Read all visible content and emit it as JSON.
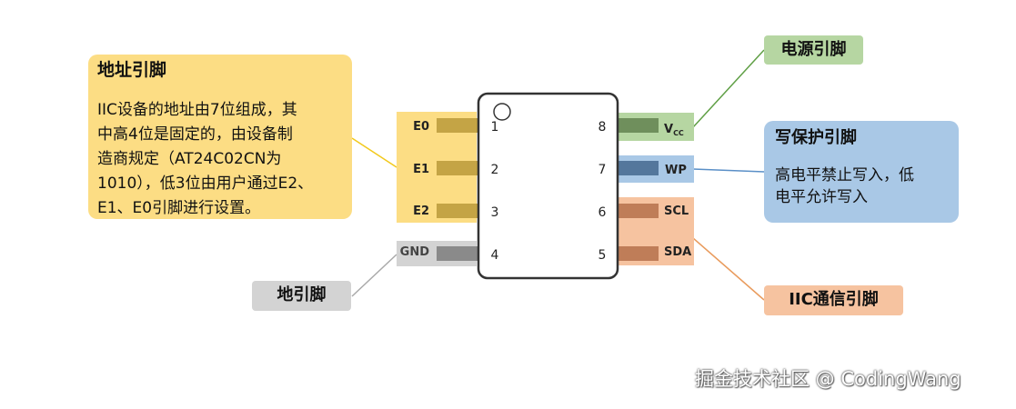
{
  "address_box": {
    "title": "地址引脚",
    "lines": [
      "IIC设备的地址由7位组成，其",
      "中高4位是固定的，由设备制",
      "造商规定（AT24C02CN为",
      "1010），低3位由用户通过E2、",
      "E1、E0引脚进行设置。"
    ]
  },
  "power_tag": "电源引脚",
  "write_protect_box": {
    "title": "写保护引脚",
    "lines": [
      "高电平禁止写入，低",
      "电平允许写入"
    ]
  },
  "ground_tag": "地引脚",
  "iic_tag": "IIC通信引脚",
  "chip": {
    "left_pins": [
      {
        "name": "E0",
        "number": "1"
      },
      {
        "name": "E1",
        "number": "2"
      },
      {
        "name": "E2",
        "number": "3"
      },
      {
        "name": "GND",
        "number": "4"
      }
    ],
    "right_pins": [
      {
        "name": "V",
        "subscript": "CC",
        "number": "8"
      },
      {
        "name": "WP",
        "number": "7"
      },
      {
        "name": "SCL",
        "number": "6"
      },
      {
        "name": "SDA",
        "number": "5"
      }
    ]
  },
  "colors": {
    "address": "#fcdd84",
    "power": "#b6d6a2",
    "write_protect": "#a9c8e6",
    "ground": "#d3d3d3",
    "iic": "#f6c3a0",
    "pin_address": "#c4a445",
    "pin_power": "#6f8f5c",
    "pin_write_protect": "#54779c",
    "pin_ground": "#8a8a8a",
    "pin_iic": "#bf7d58",
    "line_address": "#f2c91c",
    "line_power": "#5f9f45",
    "line_write_protect": "#5a8fc7",
    "line_ground": "#a9a9a9",
    "line_iic": "#e99b5d"
  },
  "watermark": "掘金技术社区 @ CodingWang"
}
